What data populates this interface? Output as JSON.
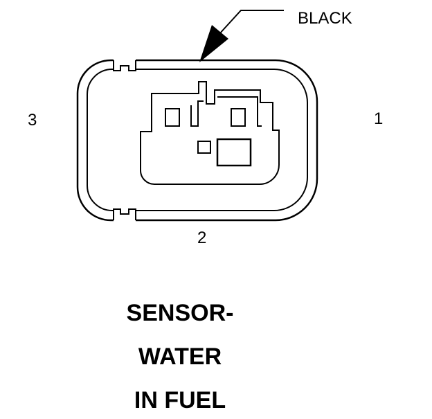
{
  "callout": {
    "color_label": "BLACK"
  },
  "pins": {
    "left": "3",
    "right": "1",
    "bottom": "2"
  },
  "caption": {
    "line1": "SENSOR-",
    "line2": "WATER",
    "line3": "IN FUEL"
  },
  "colors": {
    "ink": "#000000",
    "background": "#ffffff"
  }
}
